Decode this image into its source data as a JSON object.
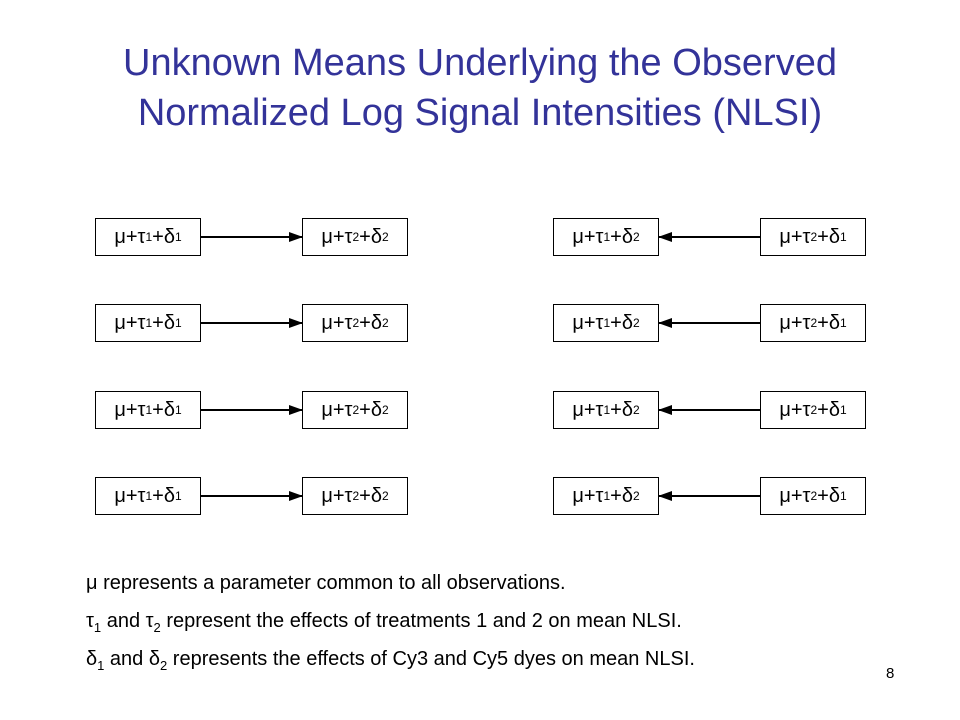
{
  "title": [
    "Unknown Means Underlying the Observed",
    "Normalized Log Signal Intensities (NLSI)"
  ],
  "symbols": {
    "mu": "μ",
    "tau": "τ",
    "delta": "δ",
    "plus": "+"
  },
  "boxes": {
    "left_source": {
      "t": "1",
      "d": "1"
    },
    "left_target": {
      "t": "2",
      "d": "2"
    },
    "right_target": {
      "t": "1",
      "d": "2"
    },
    "right_source": {
      "t": "2",
      "d": "1"
    }
  },
  "notes": {
    "line1": "μ represents a parameter common to all observations.",
    "line2": {
      "a": "τ",
      "a_sub": "1",
      "mid": " and τ",
      "b_sub": "2",
      "rest": " represent the effects of treatments 1 and 2 on mean NLSI."
    },
    "line3": {
      "a": "δ",
      "a_sub": "1",
      "mid": " and δ",
      "b_sub": "2",
      "rest": " represents the effects of Cy3 and Cy5 dyes on mean NLSI."
    }
  },
  "page_number": "8"
}
